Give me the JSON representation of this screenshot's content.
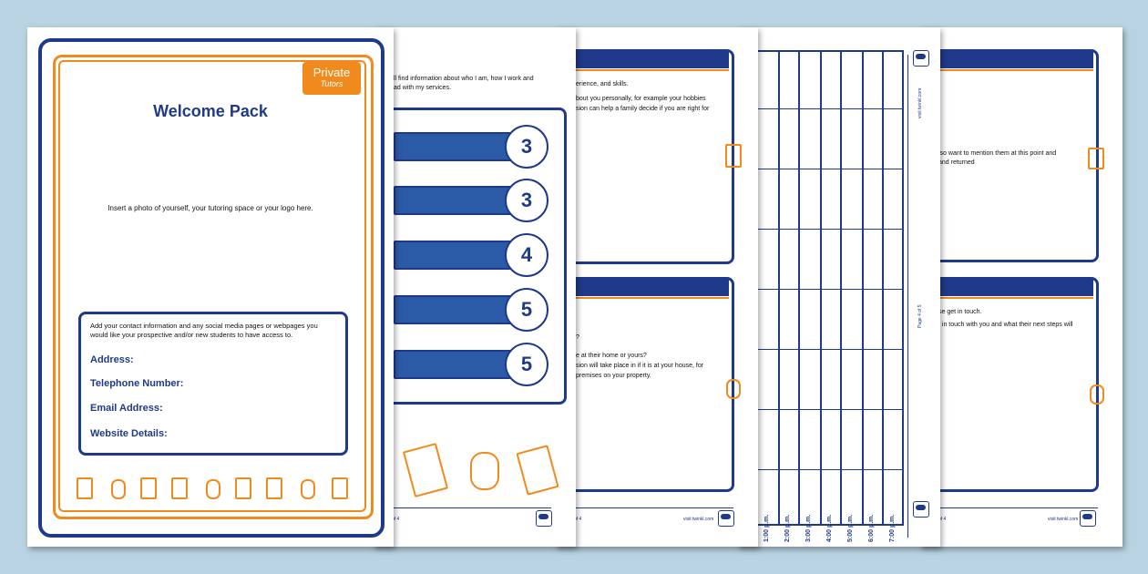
{
  "cover": {
    "badge_line1": "Private",
    "badge_line2": "Tutors",
    "title": "Welcome Pack",
    "photo_prompt": "Insert a photo of yourself, your tutoring space or your logo here.",
    "contact_intro": "Add your contact information and any social media pages or webpages you would like your prospective and/or new students to have access to.",
    "fields": [
      "Address:",
      "Telephone Number:",
      "Email Address:",
      "Website Details:"
    ]
  },
  "page2": {
    "intro_line1": "ll find information about who I am, how I work and",
    "intro_line2": "ad with my services.",
    "numbers": [
      "3",
      "3",
      "4",
      "5",
      "5"
    ],
    "footer_page": "of 4"
  },
  "page3": {
    "line1": "erience, and skills.",
    "line2": "bout you personally, for example your hobbies",
    "line3": "sion can help a family decide if you are right for",
    "line4": "?",
    "line5": "e at their home or yours?",
    "line6": "sion will take place in if it is at your house, for",
    "line7": "premises on your property.",
    "footer_page": "of 4",
    "footer_url": "visit twinkl.com"
  },
  "page4": {
    "times": [
      "1:00 p.m.",
      "2:00 p.m.",
      "3:00 p.m.",
      "4:00 p.m.",
      "5:00 p.m.",
      "6:00 p.m.",
      "7:00 p.m."
    ],
    "page_label": "Page 4 of 5",
    "side_url": "visit twinkl.com"
  },
  "page5": {
    "line1": "lso want to mention them at this point and",
    "line2": "and returned",
    "line3": "se get in touch.",
    "line4": "t in touch with you and what their next steps will",
    "footer_page": "of 4",
    "footer_url": "visit twinkl.com"
  },
  "colors": {
    "navy": "#1f3a8a",
    "orange": "#f08a1c",
    "background": "#b9d3e2"
  }
}
